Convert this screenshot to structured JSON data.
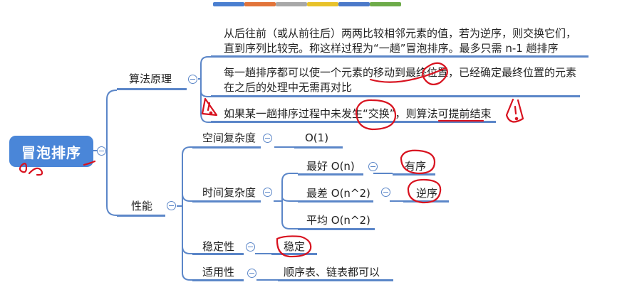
{
  "toolbar": {
    "swatches": [
      "#4a7fd0",
      "#e2743a",
      "#a8a8a8",
      "#e8c22a",
      "#4b79c9",
      "#6dab49"
    ]
  },
  "root": {
    "label": "冒泡排序"
  },
  "branch_algorithm": {
    "label": "算法原理",
    "item1": "从后往前（或从前往后）两两比较相邻元素的值，若为逆序，则交换它们，直到序列比较完。称这样过程为“一趟”冒泡排序。最多只需 n-1 趟排序",
    "item2": "每一趟排序都可以使一个元素的移动到最终位置，已经确定最终位置的元素在之后的处理中无需再对比",
    "item3": "如果某一趟排序过程中未发生“交换”，则算法可提前结束"
  },
  "branch_performance": {
    "label": "性能",
    "space": {
      "label": "空间复杂度",
      "value": "O(1)"
    },
    "time": {
      "label": "时间复杂度",
      "best": {
        "label": "最好 O(n)",
        "note": "有序"
      },
      "worst": {
        "label": "最差 O(n^2)",
        "note": "逆序"
      },
      "avg": {
        "label": "平均 O(n^2)"
      }
    },
    "stability": {
      "label": "稳定性",
      "value": "稳定"
    },
    "applicable": {
      "label": "适用性",
      "value": "顺序表、链表都可以"
    }
  },
  "colors": {
    "node": "#4a86d8",
    "line": "#5b86c8",
    "annotation": "#d8121f"
  }
}
